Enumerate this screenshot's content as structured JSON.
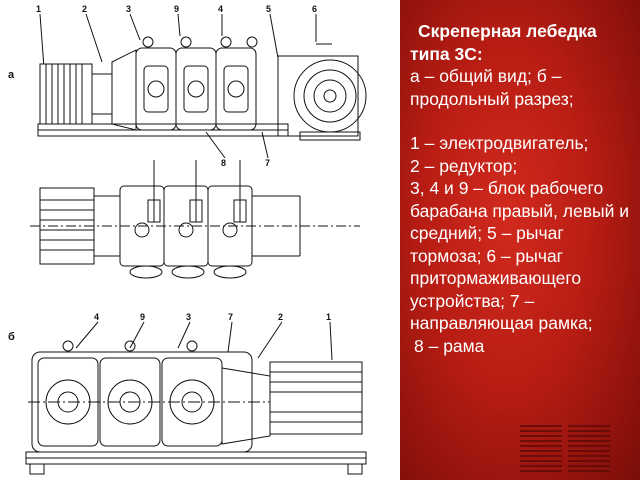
{
  "figure": {
    "view_a_letter": "а",
    "view_b_letter": "б",
    "top_labels": [
      "1",
      "2",
      "3",
      "9",
      "4",
      "5",
      "6"
    ],
    "mid_labels": [
      "8",
      "7"
    ],
    "bottom_labels": [
      "4",
      "9",
      "3",
      "7",
      "2",
      "1"
    ]
  },
  "caption": {
    "title_line1": "Скреперная лебедка",
    "title_line2": "типа 3С:",
    "views": "а – общий вид;   б – продольный разрез;",
    "items": [
      "1 – электродвигатель;",
      "2 – редуктор;",
      "3,  4  и  9 – блок рабочего барабана правый, левый и средний;  5 – рычаг тормоза;  6 – рычаг притормаживающего устройства;  7 – направляющая рамка;",
      " 8 – рама"
    ]
  },
  "colors": {
    "panel": "#b81d14",
    "text": "#ffffff",
    "drawing": "#111111"
  }
}
